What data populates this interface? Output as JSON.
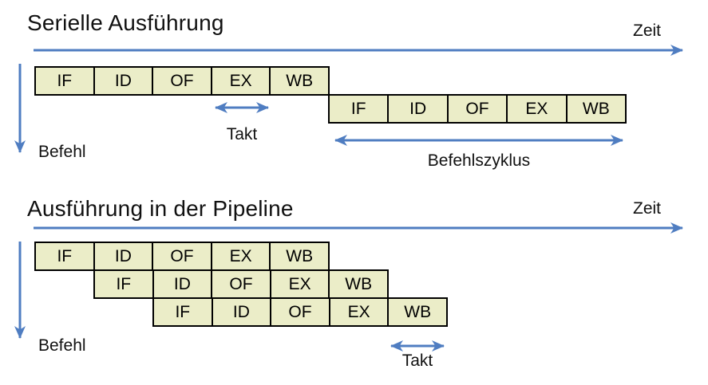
{
  "colors": {
    "arrow": "#4f7dc1",
    "box_fill": "#ebedc8",
    "box_border": "#000000",
    "ink": "#111111"
  },
  "serial": {
    "title": "Serielle Ausführung",
    "time_axis_label": "Zeit",
    "instruction_axis_label": "Befehl",
    "clock_label": "Takt",
    "cycle_label": "Befehlszyklus",
    "rows": [
      {
        "stages": [
          "IF",
          "ID",
          "OF",
          "EX",
          "WB"
        ]
      },
      {
        "stages": [
          "IF",
          "ID",
          "OF",
          "EX",
          "WB"
        ]
      }
    ]
  },
  "pipeline": {
    "title": "Ausführung in der Pipeline",
    "time_axis_label": "Zeit",
    "instruction_axis_label": "Befehl",
    "clock_label": "Takt",
    "rows": [
      {
        "stages": [
          "IF",
          "ID",
          "OF",
          "EX",
          "WB"
        ]
      },
      {
        "stages": [
          "IF",
          "ID",
          "OF",
          "EX",
          "WB"
        ]
      },
      {
        "stages": [
          "IF",
          "ID",
          "OF",
          "EX",
          "WB"
        ]
      }
    ]
  }
}
